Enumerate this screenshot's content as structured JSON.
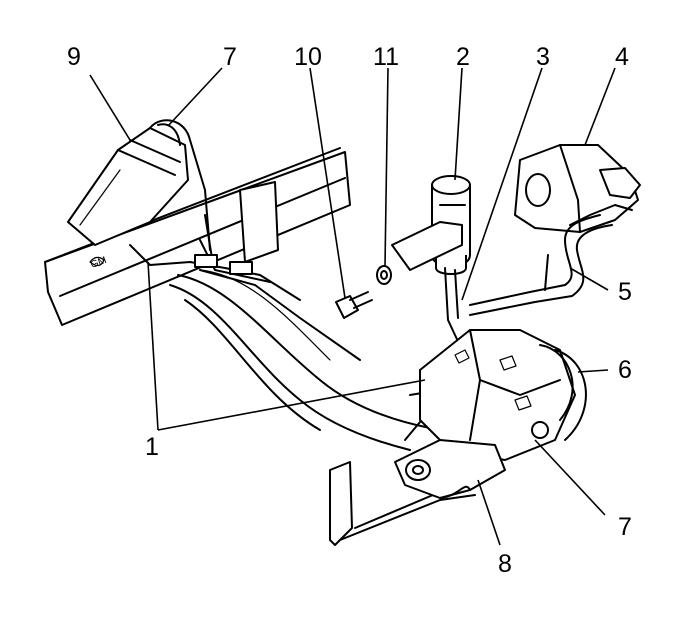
{
  "diagram": {
    "callouts": [
      {
        "id": "c9",
        "text": "9"
      },
      {
        "id": "c7a",
        "text": "7"
      },
      {
        "id": "c10",
        "text": "10"
      },
      {
        "id": "c11",
        "text": "11"
      },
      {
        "id": "c2",
        "text": "2"
      },
      {
        "id": "c3",
        "text": "3"
      },
      {
        "id": "c4",
        "text": "4"
      },
      {
        "id": "c5",
        "text": "5"
      },
      {
        "id": "c6",
        "text": "6"
      },
      {
        "id": "c1",
        "text": "1"
      },
      {
        "id": "c7b",
        "text": "7"
      },
      {
        "id": "c8",
        "text": "8"
      }
    ],
    "components": {
      "frame_rail_tag": "GM"
    }
  }
}
